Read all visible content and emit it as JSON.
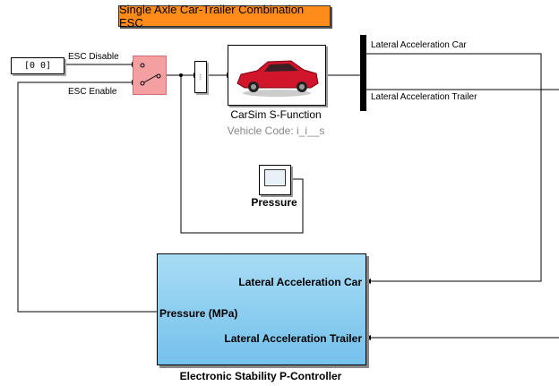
{
  "title": "Single Axle Car-Trailer Combination ESC",
  "constant": {
    "value": "[0   0]"
  },
  "switch": {
    "input_top": "ESC Disable",
    "input_bottom": "ESC Enable"
  },
  "carsim": {
    "name": "CarSim S-Function",
    "vehicle_code": "Vehicle Code: i_i__s",
    "icon": "car-icon"
  },
  "outputs": {
    "lat_car": "Lateral Acceleration Car",
    "lat_trailer": "Lateral Acceleration Trailer"
  },
  "scope": {
    "name": "Pressure",
    "icon": "scope-icon"
  },
  "controller": {
    "name": "Electronic Stability P-Controller",
    "in_car": "Lateral Acceleration Car",
    "out_pressure": "Pressure (MPa)",
    "in_trailer": "Lateral Acceleration Trailer",
    "color": "#74c1ec"
  }
}
